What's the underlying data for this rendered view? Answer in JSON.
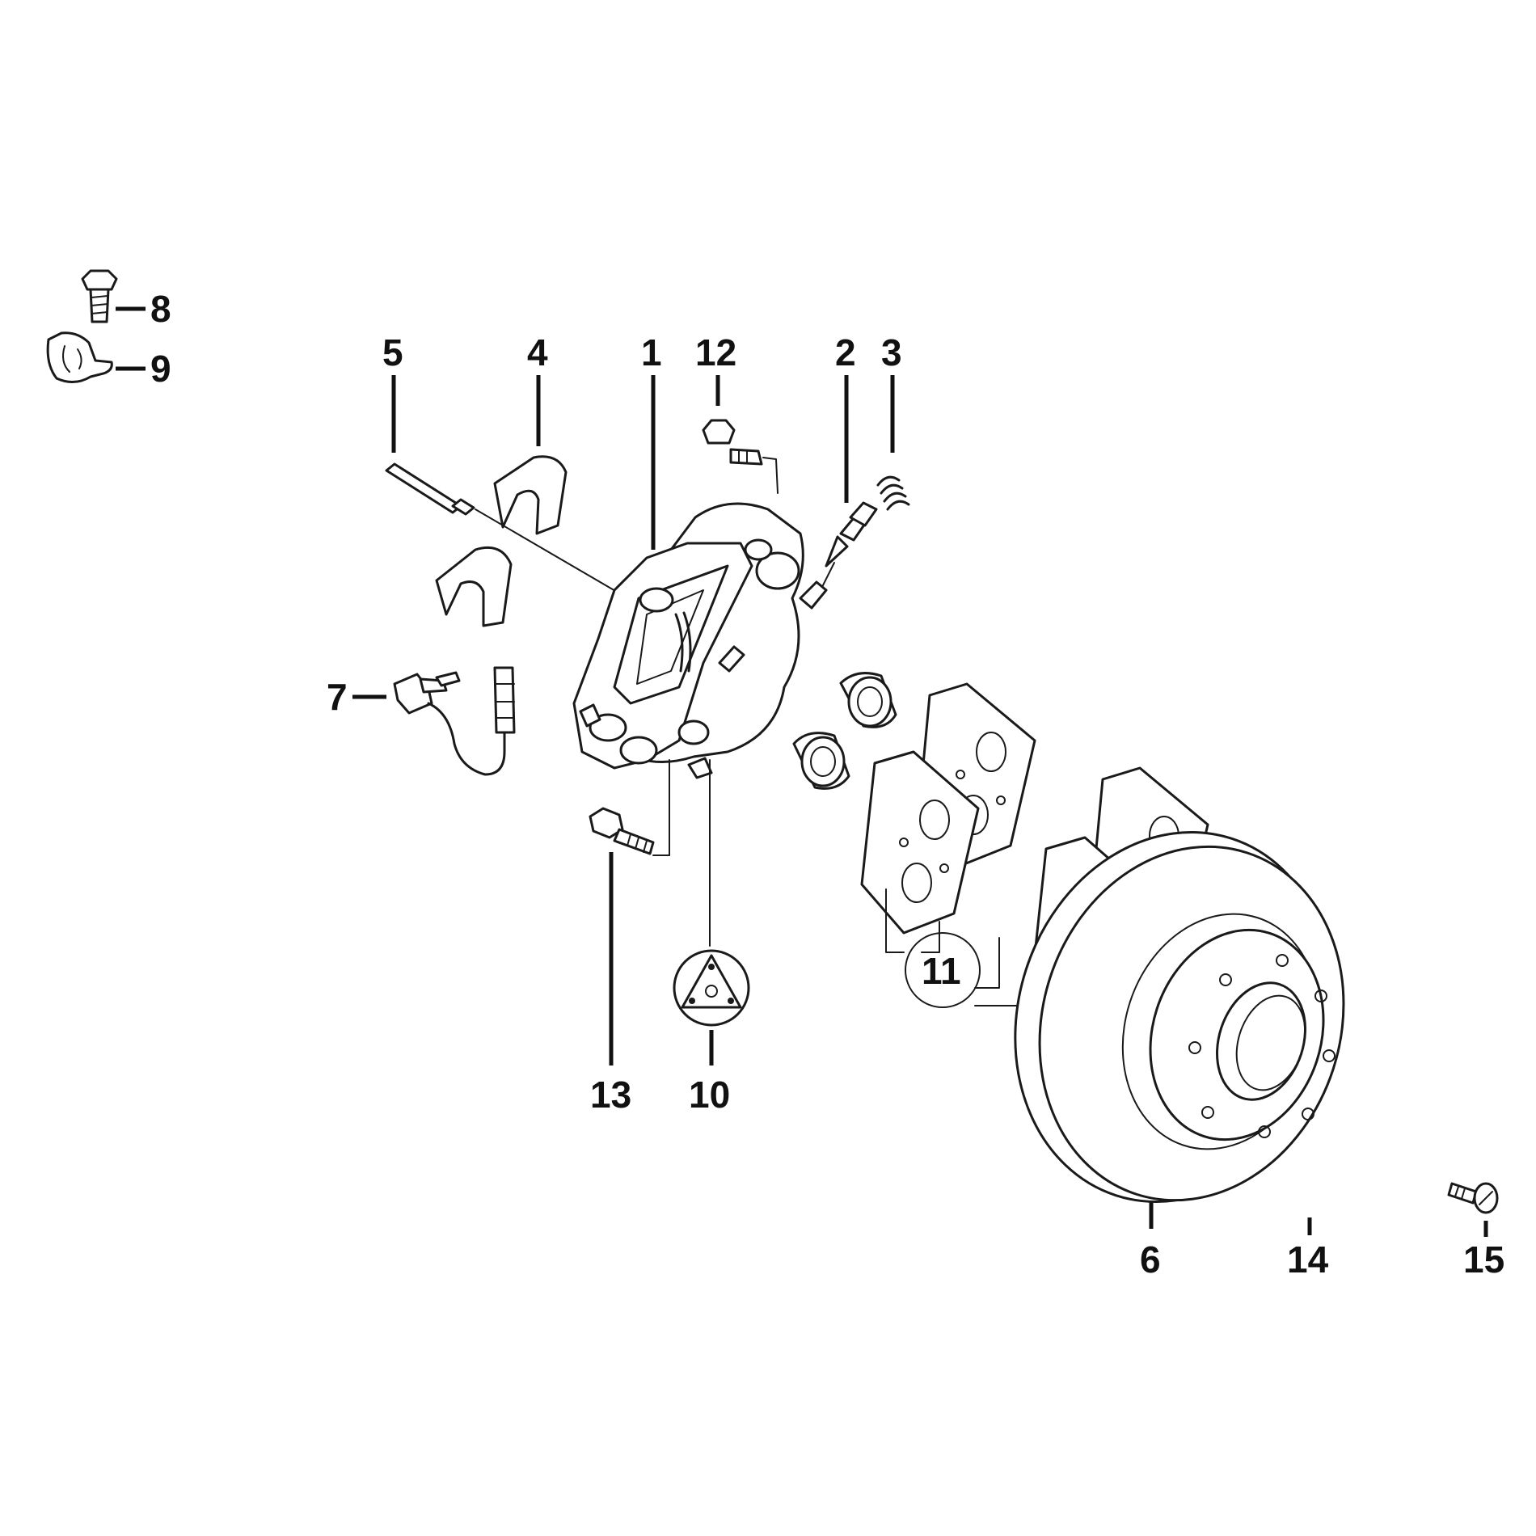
{
  "callouts": {
    "c1": "1",
    "c2": "2",
    "c3": "3",
    "c4": "4",
    "c5": "5",
    "c6": "6",
    "c7": "7",
    "c8": "8",
    "c9": "9",
    "c10": "10",
    "c11": "11",
    "c12": "12",
    "c13": "13",
    "c14": "14",
    "c15": "15"
  },
  "icons": {
    "bolt": "hex-bolt-icon",
    "clip": "clip-icon",
    "pin": "pad-retaining-pin-icon",
    "spring": "anti-rattle-spring-icon",
    "caliper": "brake-caliper-icon",
    "bleeder": "bleeder-valve-icon",
    "dust_cap": "dust-cap-icon",
    "wear_sensor": "pad-wear-sensor-icon",
    "seal_kit": "caliper-seal-kit-icon",
    "pads": "brake-pad-set-icon",
    "piston": "caliper-piston-icon",
    "disc": "brake-disc-icon",
    "screw": "disc-retaining-screw-icon"
  }
}
